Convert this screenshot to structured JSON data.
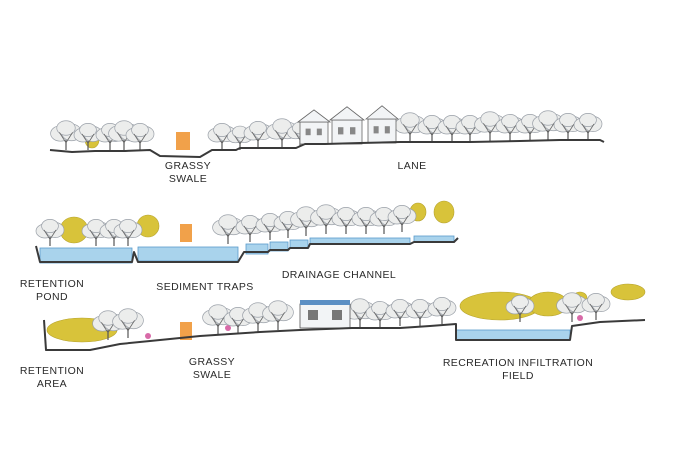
{
  "sections": [
    {
      "id": "top-section",
      "labels": [
        {
          "id": "grassy-swale-1",
          "lines": [
            "GRASSY",
            "SWALE"
          ]
        },
        {
          "id": "lane",
          "lines": [
            "LANE"
          ]
        }
      ]
    },
    {
      "id": "middle-section",
      "labels": [
        {
          "id": "retention-pond",
          "lines": [
            "RETENTION",
            "POND"
          ]
        },
        {
          "id": "sediment-traps",
          "lines": [
            "SEDIMENT TRAPS"
          ]
        },
        {
          "id": "drainage-channel",
          "lines": [
            "DRAINAGE CHANNEL"
          ]
        }
      ]
    },
    {
      "id": "bottom-section",
      "labels": [
        {
          "id": "retention-area",
          "lines": [
            "RETENTION",
            "AREA"
          ]
        },
        {
          "id": "grassy-swale-2",
          "lines": [
            "GRASSY",
            "SWALE"
          ]
        },
        {
          "id": "recreation-infiltration-field",
          "lines": [
            "RECREATION INFILTRATION",
            "FIELD"
          ]
        }
      ]
    }
  ],
  "colors": {
    "ground": "#3a3a3a",
    "water": "#a9d3ec",
    "water_edge": "#5a9ccc",
    "foliage_grey": "#ecedec",
    "foliage_outline": "#9aa0a8",
    "foliage_yellow": "#d8c33a",
    "orange_marker": "#f1a14a",
    "building_fill": "#f2f4f6",
    "building_blue": "#5b8fc4",
    "shrub_pink": "#d86aa8"
  }
}
